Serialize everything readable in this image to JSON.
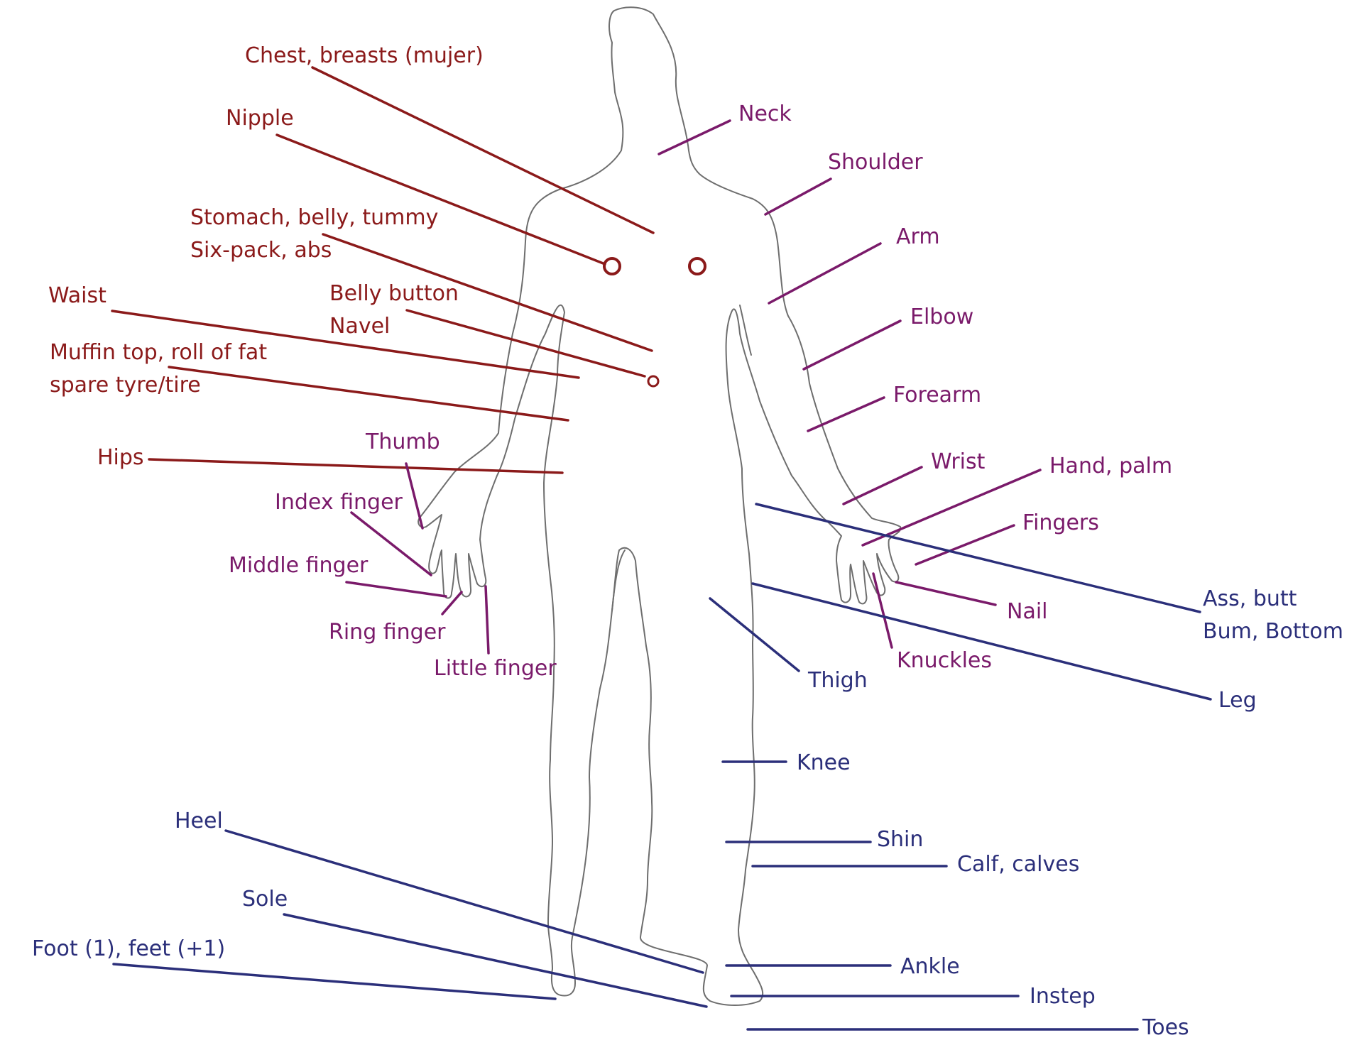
{
  "colors": {
    "torso": "#8b1a1a",
    "limbs": "#7a1a6a",
    "lower": "#2b2f7a",
    "outline": "#6e6e6e"
  },
  "labels": {
    "chest": "Chest, breasts (mujer)",
    "nipple": "Nipple",
    "stomach": "Stomach, belly, tummy",
    "sixpack": "Six-pack, abs",
    "waist": "Waist",
    "bellybutton": "Belly button",
    "navel": "Navel",
    "muffin": "Muffin top, roll of fat",
    "sparetyre": "spare tyre/tire",
    "hips": "Hips",
    "thumb": "Thumb",
    "index": "Index finger",
    "middle": "Middle finger",
    "ring": "Ring finger",
    "little": "Little finger",
    "neck": "Neck",
    "shoulder": "Shoulder",
    "arm": "Arm",
    "elbow": "Elbow",
    "forearm": "Forearm",
    "wrist": "Wrist",
    "hand": "Hand, palm",
    "fingers": "Fingers",
    "nail": "Nail",
    "knuckles": "Knuckles",
    "ass": "Ass, butt",
    "bum": "Bum, Bottom",
    "thigh": "Thigh",
    "leg": "Leg",
    "knee": "Knee",
    "shin": "Shin",
    "calf": "Calf, calves",
    "heel": "Heel",
    "sole": "Sole",
    "foot": "Foot (1), feet (+1)",
    "ankle": "Ankle",
    "instep": "Instep",
    "toes": "Toes"
  }
}
